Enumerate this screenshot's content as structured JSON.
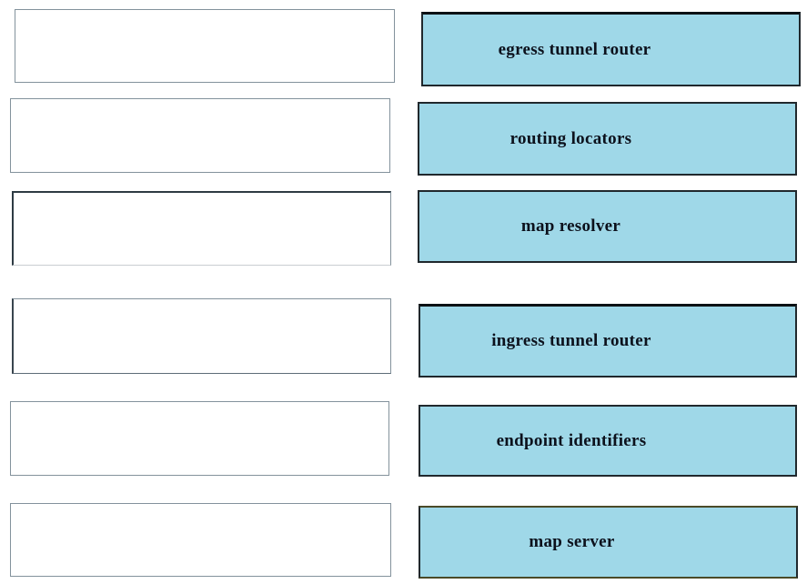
{
  "exercise": {
    "kind": "drag-and-drop-matching",
    "drop_target_count": 6,
    "items": [
      {
        "label": "egress tunnel router"
      },
      {
        "label": "routing locators"
      },
      {
        "label": "map resolver"
      },
      {
        "label": "ingress tunnel router"
      },
      {
        "label": "endpoint identifiers"
      },
      {
        "label": "map server"
      }
    ]
  },
  "colors": {
    "background": "#ffffff",
    "item_fill": "#9fd8e8",
    "item_border": "#20282d",
    "item_text": "#0c111c",
    "target_fill": "#ffffff",
    "target_border": "#83929c"
  }
}
